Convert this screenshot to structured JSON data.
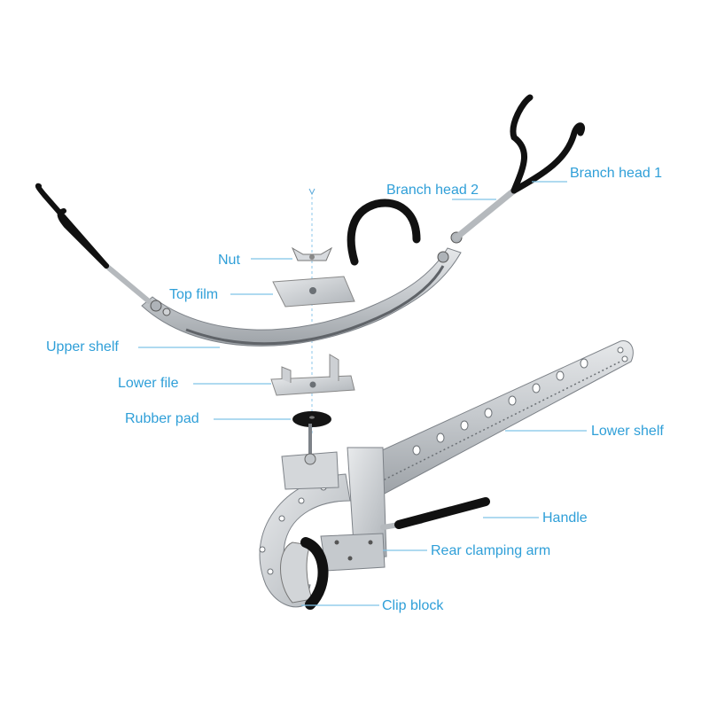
{
  "colors": {
    "label": "#2f9fd8",
    "leader": "#7fc4e8",
    "steel": "#c9ccd0",
    "steel_dark": "#8e9399",
    "rubber": "#1a1a1a"
  },
  "labels": {
    "branch_head_1": "Branch head 1",
    "branch_head_2": "Branch head 2",
    "nut": "Nut",
    "top_film": "Top film",
    "upper_shelf": "Upper shelf",
    "lower_file": "Lower file",
    "rubber_pad": "Rubber pad",
    "lower_shelf": "Lower shelf",
    "handle": "Handle",
    "rear_clamping_arm": "Rear clamping arm",
    "clip_block": "Clip block"
  },
  "icons": {
    "assembly_arrow": "down-arrow-icon"
  }
}
